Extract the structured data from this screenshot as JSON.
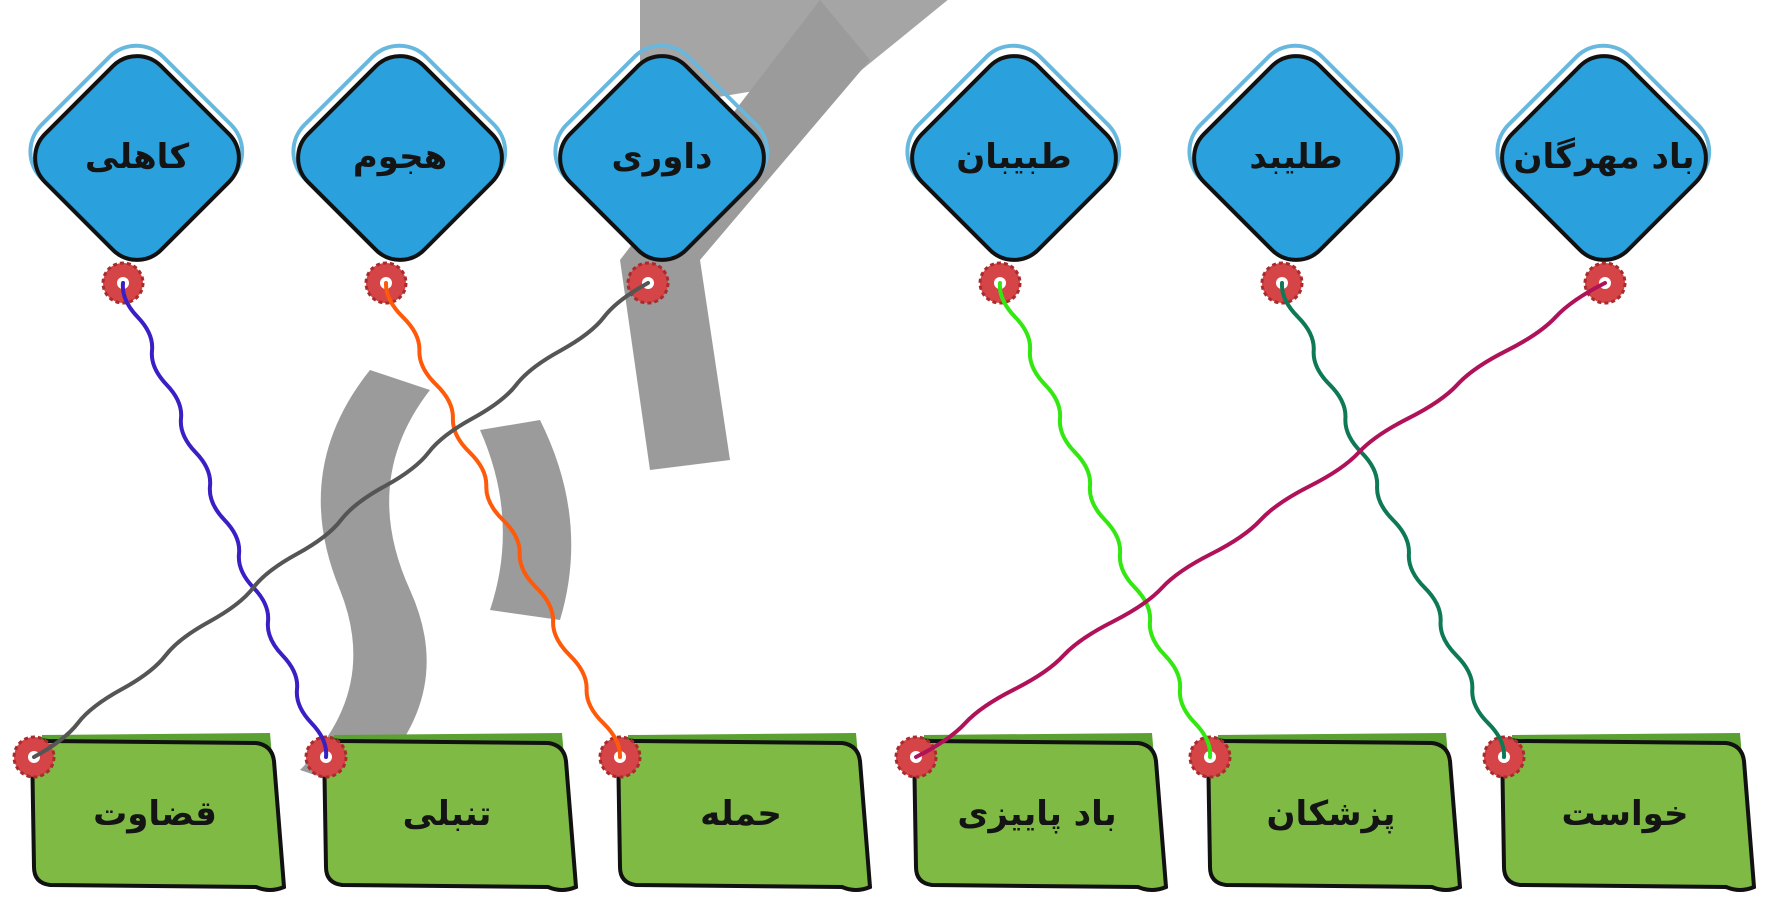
{
  "top_items": [
    {
      "id": "t1",
      "label": "کاهلی"
    },
    {
      "id": "t2",
      "label": "هجوم"
    },
    {
      "id": "t3",
      "label": "داوری"
    },
    {
      "id": "t4",
      "label": "طبیبان"
    },
    {
      "id": "t5",
      "label": "طلیبد"
    },
    {
      "id": "t6",
      "label": "باد مهرگان"
    }
  ],
  "bottom_items": [
    {
      "id": "b1",
      "label": "قضاوت"
    },
    {
      "id": "b2",
      "label": "تنبلی"
    },
    {
      "id": "b3",
      "label": "حمله"
    },
    {
      "id": "b4",
      "label": "باد پاییزی"
    },
    {
      "id": "b5",
      "label": "پزشکان"
    },
    {
      "id": "b6",
      "label": "خواست"
    }
  ],
  "connections": [
    {
      "from": "t1",
      "to": "b2",
      "color": "#3a1fc4"
    },
    {
      "from": "t2",
      "to": "b3",
      "color": "#ff5a0a"
    },
    {
      "from": "t3",
      "to": "b1",
      "color": "#555555"
    },
    {
      "from": "t4",
      "to": "b5",
      "color": "#33e811"
    },
    {
      "from": "t5",
      "to": "b6",
      "color": "#0e7a55"
    },
    {
      "from": "t6",
      "to": "b4",
      "color": "#b0125a"
    }
  ],
  "colors": {
    "diamond_fill": "#2aa1dd",
    "diamond_outline": "#111111",
    "diamond_sketch": "#67b8de",
    "box_fill": "#7fbb44",
    "box_outline": "#111111",
    "box_sketch": "#5aa131",
    "connector_dot": "#d54446",
    "watermark": "#8a8a8a"
  }
}
